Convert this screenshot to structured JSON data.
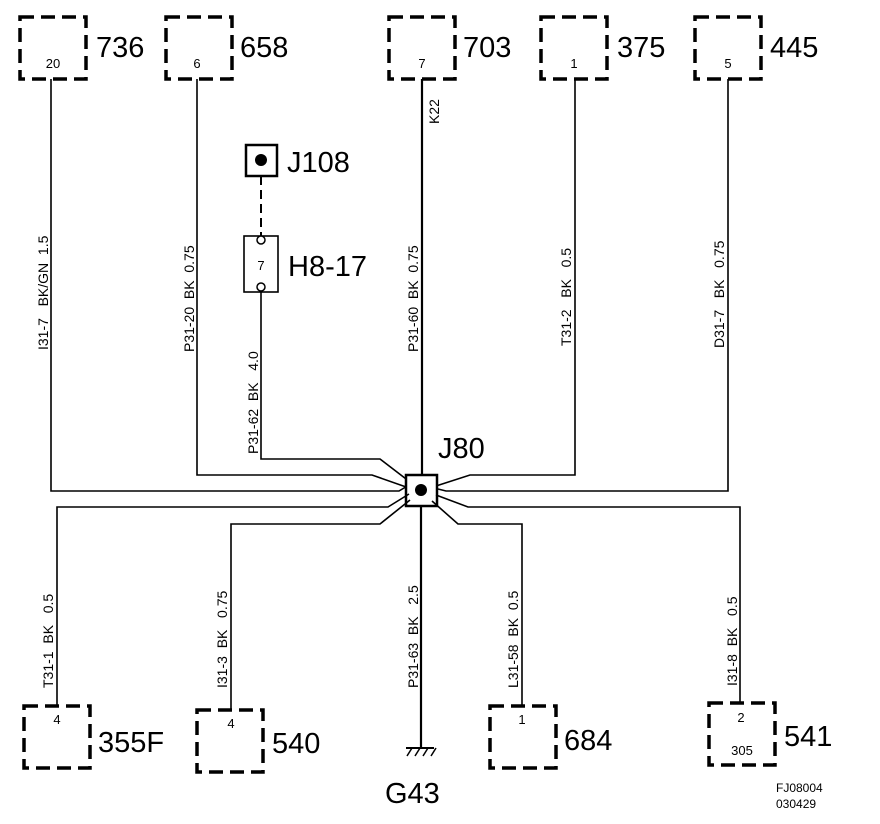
{
  "diagram": {
    "connectors": [
      {
        "id": "736",
        "pin": "20"
      },
      {
        "id": "658",
        "pin": "6"
      },
      {
        "id": "703",
        "pin": "7"
      },
      {
        "id": "375",
        "pin": "1"
      },
      {
        "id": "445",
        "pin": "5"
      },
      {
        "id": "355F",
        "pin": "4"
      },
      {
        "id": "540",
        "pin": "4"
      },
      {
        "id": "684",
        "pin": "1"
      },
      {
        "id": "541",
        "pin": "2",
        "pin2": "305"
      }
    ],
    "splice": {
      "label": "J80"
    },
    "jumper": {
      "label": "J108"
    },
    "fuse_holder": {
      "label": "H8-17",
      "pin": "7"
    },
    "ground": {
      "label": "G43"
    },
    "wires": {
      "w736": "I31-7   BK/GN  1.5",
      "w658": "P31-20  BK  0.75",
      "w703": "P31-60  BK  0.75",
      "w703_top": "K22",
      "w375": "T31-2   BK   0.5",
      "w445": "D31-7   BK   0.75",
      "wH8": "P31-62  BK   4.0",
      "w355F": "T31-1  BK   0.5",
      "w540": "I31-3  BK   0.75",
      "wG43": "P31-63  BK   2.5",
      "w684": "L31-58  BK  0.5",
      "w541": "I31-8  BK   0.5"
    },
    "figure_code": "FJ08004",
    "figure_date": "030429"
  }
}
